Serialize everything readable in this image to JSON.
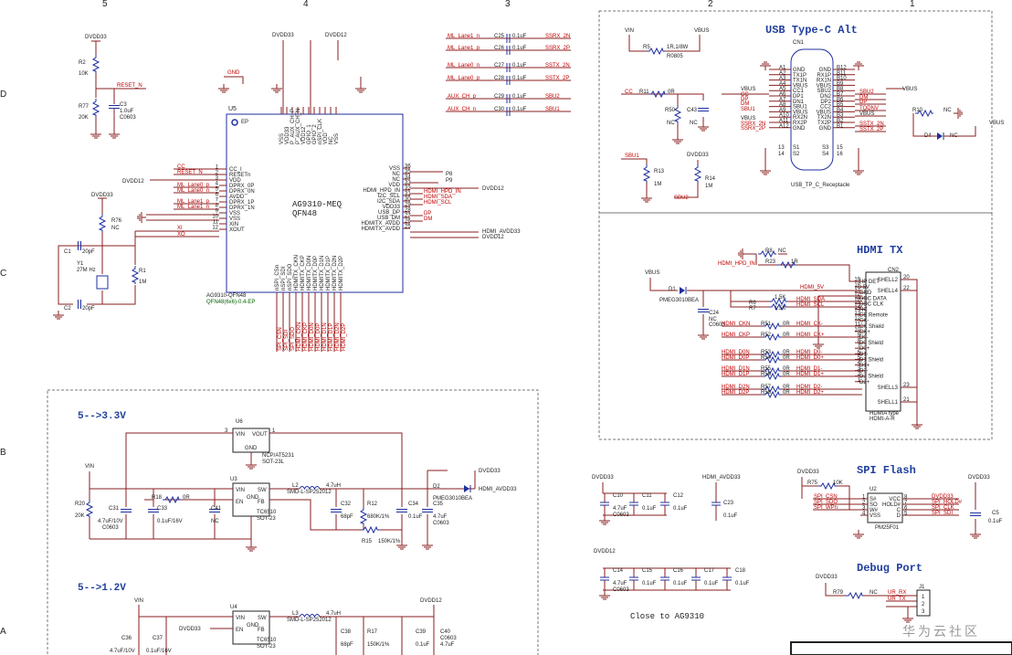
{
  "border": {
    "columns_top": [
      "5",
      "4",
      "3",
      "2",
      "1"
    ],
    "rows_left": [
      "D",
      "C",
      "B",
      "A"
    ]
  },
  "main_chip": {
    "ref": "U5",
    "part": "AG9310-MEQ",
    "package": "QFN48",
    "footprint_a": "AG9310-QFN48",
    "footprint_b": "QFN48(6x6)-0.4-EP",
    "ep_label": "EP",
    "left_pins": [
      "CC_I",
      "RESETn",
      "VDD",
      "DPRX_0P",
      "DPRX_0N",
      "AVDD",
      "DPRX_1P",
      "DPRX_1N",
      "VSS",
      "VSS",
      "XIN",
      "XOUT"
    ],
    "left_pin_nums": [
      "1",
      "2",
      "3",
      "4",
      "5",
      "6",
      "7",
      "8",
      "9",
      "10",
      "11",
      "12"
    ],
    "right_pins": [
      "VSS",
      "NC",
      "NC",
      "VDD",
      "HDMI_HPD_IN",
      "I2C_SCL",
      "I2C_SDA",
      "VDD33",
      "USB_DP",
      "USB_DM",
      "HDMITX_AVDD",
      "HDMITX_AVDD"
    ],
    "right_pin_nums": [
      "36",
      "35",
      "34",
      "33",
      "32",
      "31",
      "30",
      "29",
      "28",
      "27",
      "26",
      "25"
    ],
    "top_pins": [
      "VSS",
      "VDD33",
      "P_AUX_CH_P",
      "P_AUX_CH_N",
      "VDD12",
      "GPIO_1",
      "GPIO_2",
      "nSPI_CLK",
      "VDD",
      "NC",
      "VSS"
    ],
    "bottom_pins": [
      "nSPI_CSn",
      "nSPI_SDI",
      "nSPI_SDO",
      "HDMITX_CKN",
      "HDMITX_CKP",
      "HDMITX_D0N",
      "HDMITX_D0P",
      "HDMITX_D1N",
      "HDMITX_D1P",
      "HDMITX_D2N",
      "HDMITX_D2P"
    ]
  },
  "left_nets": {
    "dvdd33_top": "DVDD33",
    "r2": "R2",
    "r2_val": "10K",
    "r77": "R77",
    "r77_val": "20K",
    "c3": "C3",
    "c3_val": "1.0uF",
    "c3_pkg": "C0603",
    "reset_n": "RESET_N",
    "gnd": "GND",
    "dvdd33_top2": "DVDD33",
    "dvdd12_top": "DVDD12",
    "dvdd12_left": "DVDD12",
    "cc": "CC",
    "reset_n2": "RESET_N",
    "ml0p": "ML_Lane0_p",
    "ml0n": "ML_Lane0_n",
    "ml1p": "ML_Lane1_p",
    "ml1n": "ML_Lane1_n",
    "xi": "XI",
    "xo": "XO",
    "dvdd33_xtal": "DVDD33",
    "r76": "R76",
    "r76_val": "NC",
    "c1": "C1",
    "c1_val": "20pF",
    "y1": "Y1",
    "y1_val": "27M Hz",
    "r1": "R1",
    "r1_val": "1M",
    "c2": "C2",
    "c2_val": "20pF"
  },
  "right_side_nets": {
    "p8": "P8",
    "p9": "P9",
    "dvdd12_a": "DVDD12",
    "hpd": "HDMI_HPD_IN",
    "sda": "HDMI_SDA",
    "scl": "HDMI_SCL",
    "dp": "DP",
    "dm": "DM",
    "hdmi_avdd33": "HDMI_AVDD33",
    "dvdd12_b": "DVDD12"
  },
  "bottom_nets": [
    "SPI_CSN",
    "SPI_SDI",
    "SPI_SDO",
    "HDMI_CKN",
    "HDMI_CKP",
    "HDMI_D0N",
    "HDMI_D0P",
    "HDMI_D1N",
    "HDMI_D1P",
    "HDMI_D2N",
    "HDMI_D2P"
  ],
  "coupling_caps": [
    {
      "left": "ML_Lane1_n",
      "ref": "C25",
      "val": "0.1uF",
      "right": "SSRX_2N"
    },
    {
      "left": "ML_Lane1_p",
      "ref": "C26",
      "val": "0.1uF",
      "right": "SSRX_2P"
    },
    {
      "left": "ML_Lane0_n",
      "ref": "C27",
      "val": "0.1uF",
      "right": "SSTX_2N"
    },
    {
      "left": "ML_Lane0_p",
      "ref": "C28",
      "val": "0.1uF",
      "right": "SSTX_2P"
    },
    {
      "left": "AUX_CH_p",
      "ref": "C29",
      "val": "0.1uF",
      "right": "SBU2"
    },
    {
      "left": "AUX_CH_n",
      "ref": "C30",
      "val": "0.1uF",
      "right": "SBU1"
    }
  ],
  "usbc": {
    "title": "USB Type-C Alt",
    "ref": "CN1",
    "footprint": "USB_TP_C_Receptacle",
    "vin": "VIN",
    "vbus_top": "VBUS",
    "r5": "R5",
    "r5_val": "1R,1/8W",
    "r5_pkg": "R0805",
    "cc_net": "CC",
    "r11": "R11",
    "r11_val": "0R",
    "r50": "R50",
    "r50_val": "NC",
    "c43": "C43",
    "c43_val": "NC",
    "left_pin_labels": [
      "GND",
      "TX1P",
      "TX1N",
      "VBUS",
      "CC1",
      "DP1",
      "DN1",
      "SBU1",
      "VBUS",
      "RX2N",
      "RX2P",
      "GND"
    ],
    "left_pin_nums": [
      "A1",
      "A2",
      "A3",
      "A4",
      "A5",
      "A6",
      "A7",
      "A8",
      "A9",
      "A10",
      "A11",
      "A12"
    ],
    "right_pin_labels": [
      "GND",
      "RX1P",
      "RX1N",
      "VBUS",
      "SBU2",
      "DN2",
      "DP2",
      "CC2",
      "VBUS",
      "TX2N",
      "TX2P",
      "GND"
    ],
    "right_pin_nums": [
      "B12",
      "B11",
      "B10",
      "B9",
      "B8",
      "B7",
      "B6",
      "B5",
      "B4",
      "B3",
      "B2",
      "B1"
    ],
    "left_nets": [
      "VBUS",
      "CC",
      "DP",
      "DM",
      "SBU1",
      "VBUS",
      "SSRX_2N",
      "SSRX_2P"
    ],
    "right_nets": [
      "SBU2",
      "DM",
      "DP",
      "TODNV",
      "VBUS",
      "SSTX_2N",
      "SSTX_2P"
    ],
    "r10": "R10",
    "r10_val": "NC",
    "vbus_right": "VBUS",
    "d4": "D4",
    "d4_val": "NC",
    "shield_pins_l": [
      "13",
      "14"
    ],
    "shield_pins_r": [
      "15",
      "16"
    ],
    "shield_labels": [
      "S1",
      "S2",
      "S3",
      "S4"
    ],
    "sbu1": "SBU1",
    "sbu2": "SBU2",
    "dvdd33": "DVDD33",
    "r13": "R13",
    "r13_val": "1M",
    "r14": "R14",
    "r14_val": "1M"
  },
  "hdmi": {
    "title": "HDMI TX",
    "ref": "CN2",
    "part_a": "HDMIA type",
    "part_b": "HDMI-A-R",
    "hpd_in": "HDMI_HPD_IN",
    "r8": "R8",
    "r8_val": "NC",
    "r23": "R23",
    "r23_val": "1R",
    "vbus": "VBUS",
    "d1": "D1",
    "d1_part": "PMEG3010BEA",
    "c24": "C24",
    "c24_val": "NC",
    "c24_pkg": "C0603",
    "r6": "R6",
    "r6_val": "1.5K",
    "r7": "R7",
    "r7_val": "1.5K",
    "hdmi5v": "HDMI_5V",
    "sda": "HDMI_SDA",
    "scl": "HDMI_SCL",
    "pin_labels": [
      "HP DET",
      "+5V",
      "GND",
      "DDC DATA",
      "DDC CLK",
      "NC",
      "CE Remote",
      "CK-",
      "CK Shield",
      "CK+",
      "D0-",
      "D0 Shield",
      "D0+",
      "D1-",
      "D1 Shield",
      "D1+",
      "D2-",
      "D2 Shield",
      "D2+"
    ],
    "pin_nums": [
      "19",
      "18",
      "17",
      "16",
      "15",
      "14",
      "13",
      "12",
      "11",
      "10",
      "9",
      "8",
      "7",
      "6",
      "5",
      "4",
      "3",
      "2",
      "1"
    ],
    "shells": [
      "SHELL2",
      "SHELL4",
      "SHELL3",
      "SHELL1"
    ],
    "shell_nums": [
      "20",
      "22",
      "23",
      "21"
    ],
    "series": [
      {
        "left": "HDMI_CKN",
        "ref": "R51",
        "val": "0R",
        "right": "HDMI_CK-"
      },
      {
        "left": "HDMI_CKP",
        "ref": "R52",
        "val": "0R",
        "right": "HDMI_CK+"
      },
      {
        "left": "HDMI_D0N",
        "ref": "R53",
        "val": "0R",
        "right": "HDMI_D0-"
      },
      {
        "left": "HDMI_D0P",
        "ref": "R54",
        "val": "0R",
        "right": "HDMI_D0+"
      },
      {
        "left": "HDMI_D1N",
        "ref": "R55",
        "val": "0R",
        "right": "HDMI_D1-"
      },
      {
        "left": "HDMI_D1P",
        "ref": "R56",
        "val": "0R",
        "right": "HDMI_D1+"
      },
      {
        "left": "HDMI_D2N",
        "ref": "R57",
        "val": "0R",
        "right": "HDMI_D2-"
      },
      {
        "left": "HDMI_D2P",
        "ref": "R58",
        "val": "0R",
        "right": "HDMI_D2+"
      }
    ]
  },
  "reg33": {
    "title": "5-->3.3V",
    "u6": "U6",
    "u6_part": "NCP/AT5231",
    "u6_pkg": "SOT-23L",
    "u6_pins": [
      "VIN",
      "VOUT",
      "GND"
    ],
    "u6_nums": [
      "3",
      "1",
      "2"
    ],
    "u3": "U3",
    "u3_part": "TC6510",
    "u3_pkg": "SOT-23",
    "u3_left": [
      "VIN",
      "EN"
    ],
    "u3_right": [
      "SW",
      "FB"
    ],
    "u3_gnd": "GND",
    "vin": "VIN",
    "r20": "R20",
    "r20_val": "20K",
    "c31": "C31",
    "c31_val": "4.7uF/10V",
    "c31_pkg": "C0603",
    "r18": "R18",
    "r18_val": "0R",
    "c33": "C33",
    "c33_val": "0.1uF/16V",
    "c41": "C41",
    "c41_val": "NC",
    "l2": "L2",
    "l2_val": "4.7uH",
    "l2_pkg": "SMD-L-SP252012",
    "c32": "C32",
    "c32_val": "68pF",
    "r12": "R12",
    "r12_val": "680K/1%",
    "r15": "R15",
    "r15_val": "150K/1%",
    "c34": "C34",
    "c34_val": "0.1uF",
    "c35": "C35",
    "c35_val": "4.7uF",
    "c35_pkg": "C0603",
    "d2": "D2",
    "d2_part": "PMEG3010BEA",
    "dvdd33": "DVDD33",
    "hdmi_avdd33": "HDMI_AVDD33"
  },
  "reg12": {
    "title": "5-->1.2V",
    "u4": "U4",
    "u4_part": "TC6510",
    "u4_pkg": "SOT-23",
    "u4_left": [
      "VIN",
      "EN"
    ],
    "u4_right": [
      "SW",
      "FB"
    ],
    "u4_gnd": "GND",
    "vin": "VIN",
    "dvdd12": "DVDD12",
    "dvdd33": "DVDD33",
    "c36": "C36",
    "c36_val": "4.7uF/10V",
    "c37": "C37",
    "c37_val": "0.1uF/16V",
    "l3": "L3",
    "l3_val": "4.7uH",
    "l3_pkg": "SMD-L-SP252012",
    "c38": "C38",
    "c38_val": "68pF",
    "r17": "R17",
    "r17_val": "150K/1%",
    "c39": "C39",
    "c39_val": "0.1uF",
    "c40": "C40",
    "c40_val": "4.7uF",
    "c40_pkg": "C0603"
  },
  "decoupling": {
    "dvdd33": "DVDD33",
    "hdmi_avdd33": "HDMI_AVDD33",
    "dvdd12": "DVDD12",
    "row1": [
      {
        "ref": "C10",
        "val": "4.7uF",
        "pkg": "C0603"
      },
      {
        "ref": "C11",
        "val": "0.1uF",
        "pkg": ""
      },
      {
        "ref": "C12",
        "val": "0.1uF",
        "pkg": ""
      },
      {
        "ref": "C23",
        "val": "0.1uF",
        "pkg": ""
      }
    ],
    "row2": [
      {
        "ref": "C14",
        "val": "4.7uF",
        "pkg": "C0603"
      },
      {
        "ref": "C15",
        "val": "0.1uF",
        "pkg": ""
      },
      {
        "ref": "C16",
        "val": "0.1uF",
        "pkg": ""
      },
      {
        "ref": "C17",
        "val": "0.1uF",
        "pkg": ""
      },
      {
        "ref": "C18",
        "val": "0.1uF",
        "pkg": ""
      }
    ],
    "note": "Close to AG9310"
  },
  "spi": {
    "title": "SPI Flash",
    "dvdd33_a": "DVDD33",
    "dvdd33_b": "DVDD33",
    "r75": "R75",
    "r75_val": "10K",
    "u2": "U2",
    "u2_part": "PM25F01",
    "left_nets": [
      "SPI_CSN",
      "SPI_SDO",
      "SPI_WPn"
    ],
    "left_pins": [
      "S#",
      "SO",
      "W#",
      "VSS"
    ],
    "left_nums": [
      "1",
      "2",
      "3",
      "4"
    ],
    "right_pins": [
      "VCC",
      "HOLD#",
      "C",
      "D"
    ],
    "right_nums": [
      "8",
      "7",
      "6",
      "5"
    ],
    "right_nets": [
      "DVDD33",
      "SPI_HOLD#",
      "SPI_CLK",
      "SPI_SDI"
    ],
    "c5": "C5",
    "c5_val": "0.1uF"
  },
  "debug": {
    "title": "Debug Port",
    "dvdd33": "DVDD33",
    "r79": "R79",
    "r79_val": "NC",
    "rx": "UR_RX",
    "tx": "UR_TX",
    "j1": "J1",
    "pins": [
      "1",
      "2",
      "3"
    ]
  },
  "watermark": "华为云社区"
}
